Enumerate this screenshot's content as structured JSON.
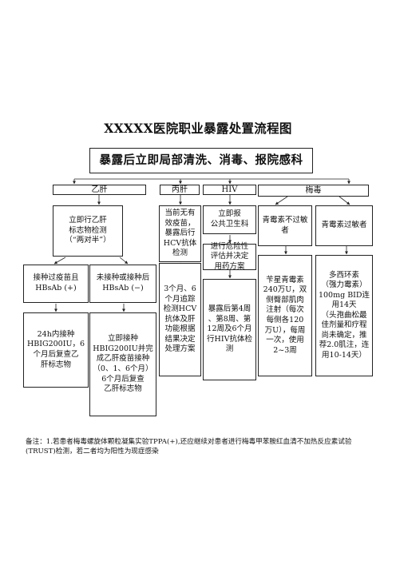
{
  "title": "XXXXX医院职业暴露处置流程图",
  "top_step": "暴露后立即局部清洗、消毒、报院感科",
  "categories": {
    "hbv": "乙肝",
    "hcv": "丙肝",
    "hiv": "HIV",
    "syphilis": "梅毒"
  },
  "hbv": {
    "test": "立即行乙肝\n标志物检测\n（“两对半”）",
    "vaccinated": "接种过疫苗且\nHBsAb (+)",
    "unvaccinated": "未接种或接种后\nHBsAb (−)",
    "vaccinated_action": "24h内接种\nHBIG200IU，6\n个月后复查乙\n肝标志物",
    "unvaccinated_action": "立即接种\nHBIG200IU并完\n成乙肝疫苗接种\n（0、1、6个月）\n6个月后复查\n乙肝标志物"
  },
  "hcv": {
    "test": "当前无有\n效疫苗，\n暴露后行\nHCV抗体\n检测",
    "followup": "3个月、6\n个月追踪\n检测HCV\n抗体及肝\n功能根据\n结果决定\n处理方案"
  },
  "hiv": {
    "report": "立即报\n公共卫生科",
    "assess": "进行危险性\n评估并决定\n用药方案",
    "followup": "暴露后第4周\n、第8周、第\n12周及6个月\n行HIV抗体检\n测"
  },
  "syphilis": {
    "not_allergic": "青霉素不过敏\n者",
    "allergic": "青霉素过敏者",
    "not_allergic_action": "苄星青霉素\n240万U，双\n侧臀部肌肉\n注射（每次\n每侧各120\n万U），每周\n一次，使用\n2~3周",
    "allergic_action": "多西环素\n（强力霉素）\n100mg BID连\n用14天\n（头孢曲松最\n佳剂量和疗程\n尚未确定，推\n荐2.0肌注，连\n用10-14天）"
  },
  "note": "备注：1.若患者梅毒螺旋体颗粒凝集实验TPPA(+),还应继续对患者进行梅毒甲苯胺红血清不加热反应素试验\n        (TRUST)检测，若二者均为阳性为现症感染"
}
